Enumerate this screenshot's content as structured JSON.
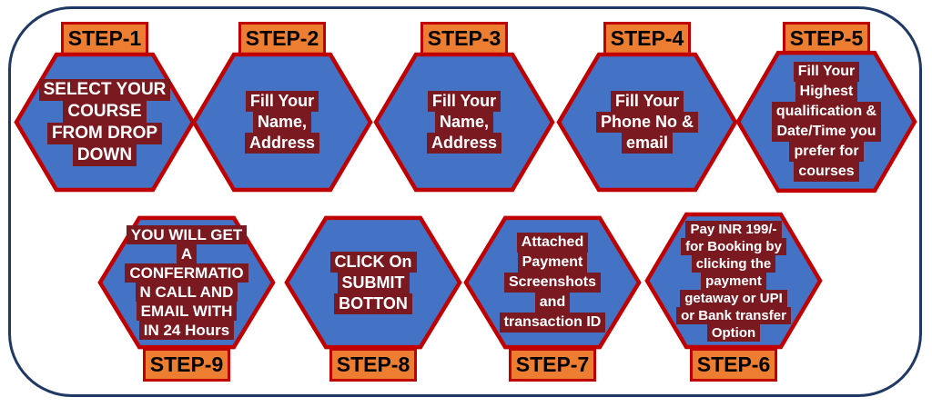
{
  "colors": {
    "hexagon_fill": "#4472C4",
    "hexagon_border": "#C00000",
    "label_fill": "#ED7D31",
    "label_border": "#C00000",
    "label_text": "#000000",
    "text_bg": "#7A1A20",
    "text_color": "#FFFFFF",
    "frame_border": "#1F3864"
  },
  "steps": [
    {
      "label": "STEP-1",
      "lines": [
        "SELECT YOUR",
        "COURSE",
        "FROM DROP",
        "DOWN"
      ]
    },
    {
      "label": "STEP-2",
      "lines": [
        "Fill Your",
        "Name,",
        "Address"
      ]
    },
    {
      "label": "STEP-3",
      "lines": [
        "Fill Your",
        "Name,",
        "Address"
      ]
    },
    {
      "label": "STEP-4",
      "lines": [
        "Fill Your",
        "Phone No &",
        "email"
      ]
    },
    {
      "label": "STEP-5",
      "lines": [
        "Fill Your",
        "Highest",
        "qualification &",
        "Date/Time you",
        "prefer for",
        "courses"
      ]
    },
    {
      "label": "STEP-6",
      "lines": [
        "Pay INR 199/-",
        "for Booking by",
        "clicking the",
        "payment",
        "getaway or UPI",
        "or Bank transfer",
        "Option"
      ]
    },
    {
      "label": "STEP-7",
      "lines": [
        "Attached",
        "Payment",
        "Screenshots",
        "and",
        "transaction ID"
      ]
    },
    {
      "label": "STEP-8",
      "lines": [
        "CLICK On",
        "SUBMIT",
        "BOTTON"
      ]
    },
    {
      "label": "STEP-9",
      "lines": [
        "YOU WILL GET",
        "A",
        "CONFERMATIO",
        "N CALL AND",
        "EMAIL WITH",
        "IN 24 Hours"
      ]
    }
  ]
}
